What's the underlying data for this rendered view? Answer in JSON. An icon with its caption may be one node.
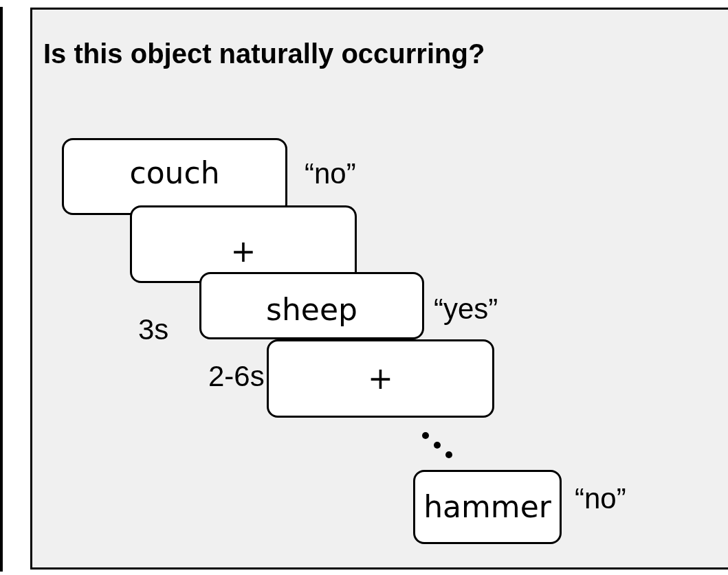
{
  "diagram": {
    "nodes": [
      {
        "text": [
          "Is this object naturally occurring?"
        ]
      },
      {
        "text": [
          "couch"
        ],
        "in": 0,
        "beside": [
          "“no”"
        ]
      },
      {
        "text": [
          "+"
        ],
        "in": 0
      },
      {
        "text": [
          "sheep"
        ],
        "in": 0,
        "beside": [
          "3s",
          "“yes”"
        ]
      },
      {
        "text": [
          "+"
        ],
        "in": 0,
        "beside": [
          "2-6s"
        ]
      },
      {
        "text": [
          "hammer"
        ],
        "in": 0,
        "beside": [
          "“no”"
        ]
      }
    ]
  }
}
